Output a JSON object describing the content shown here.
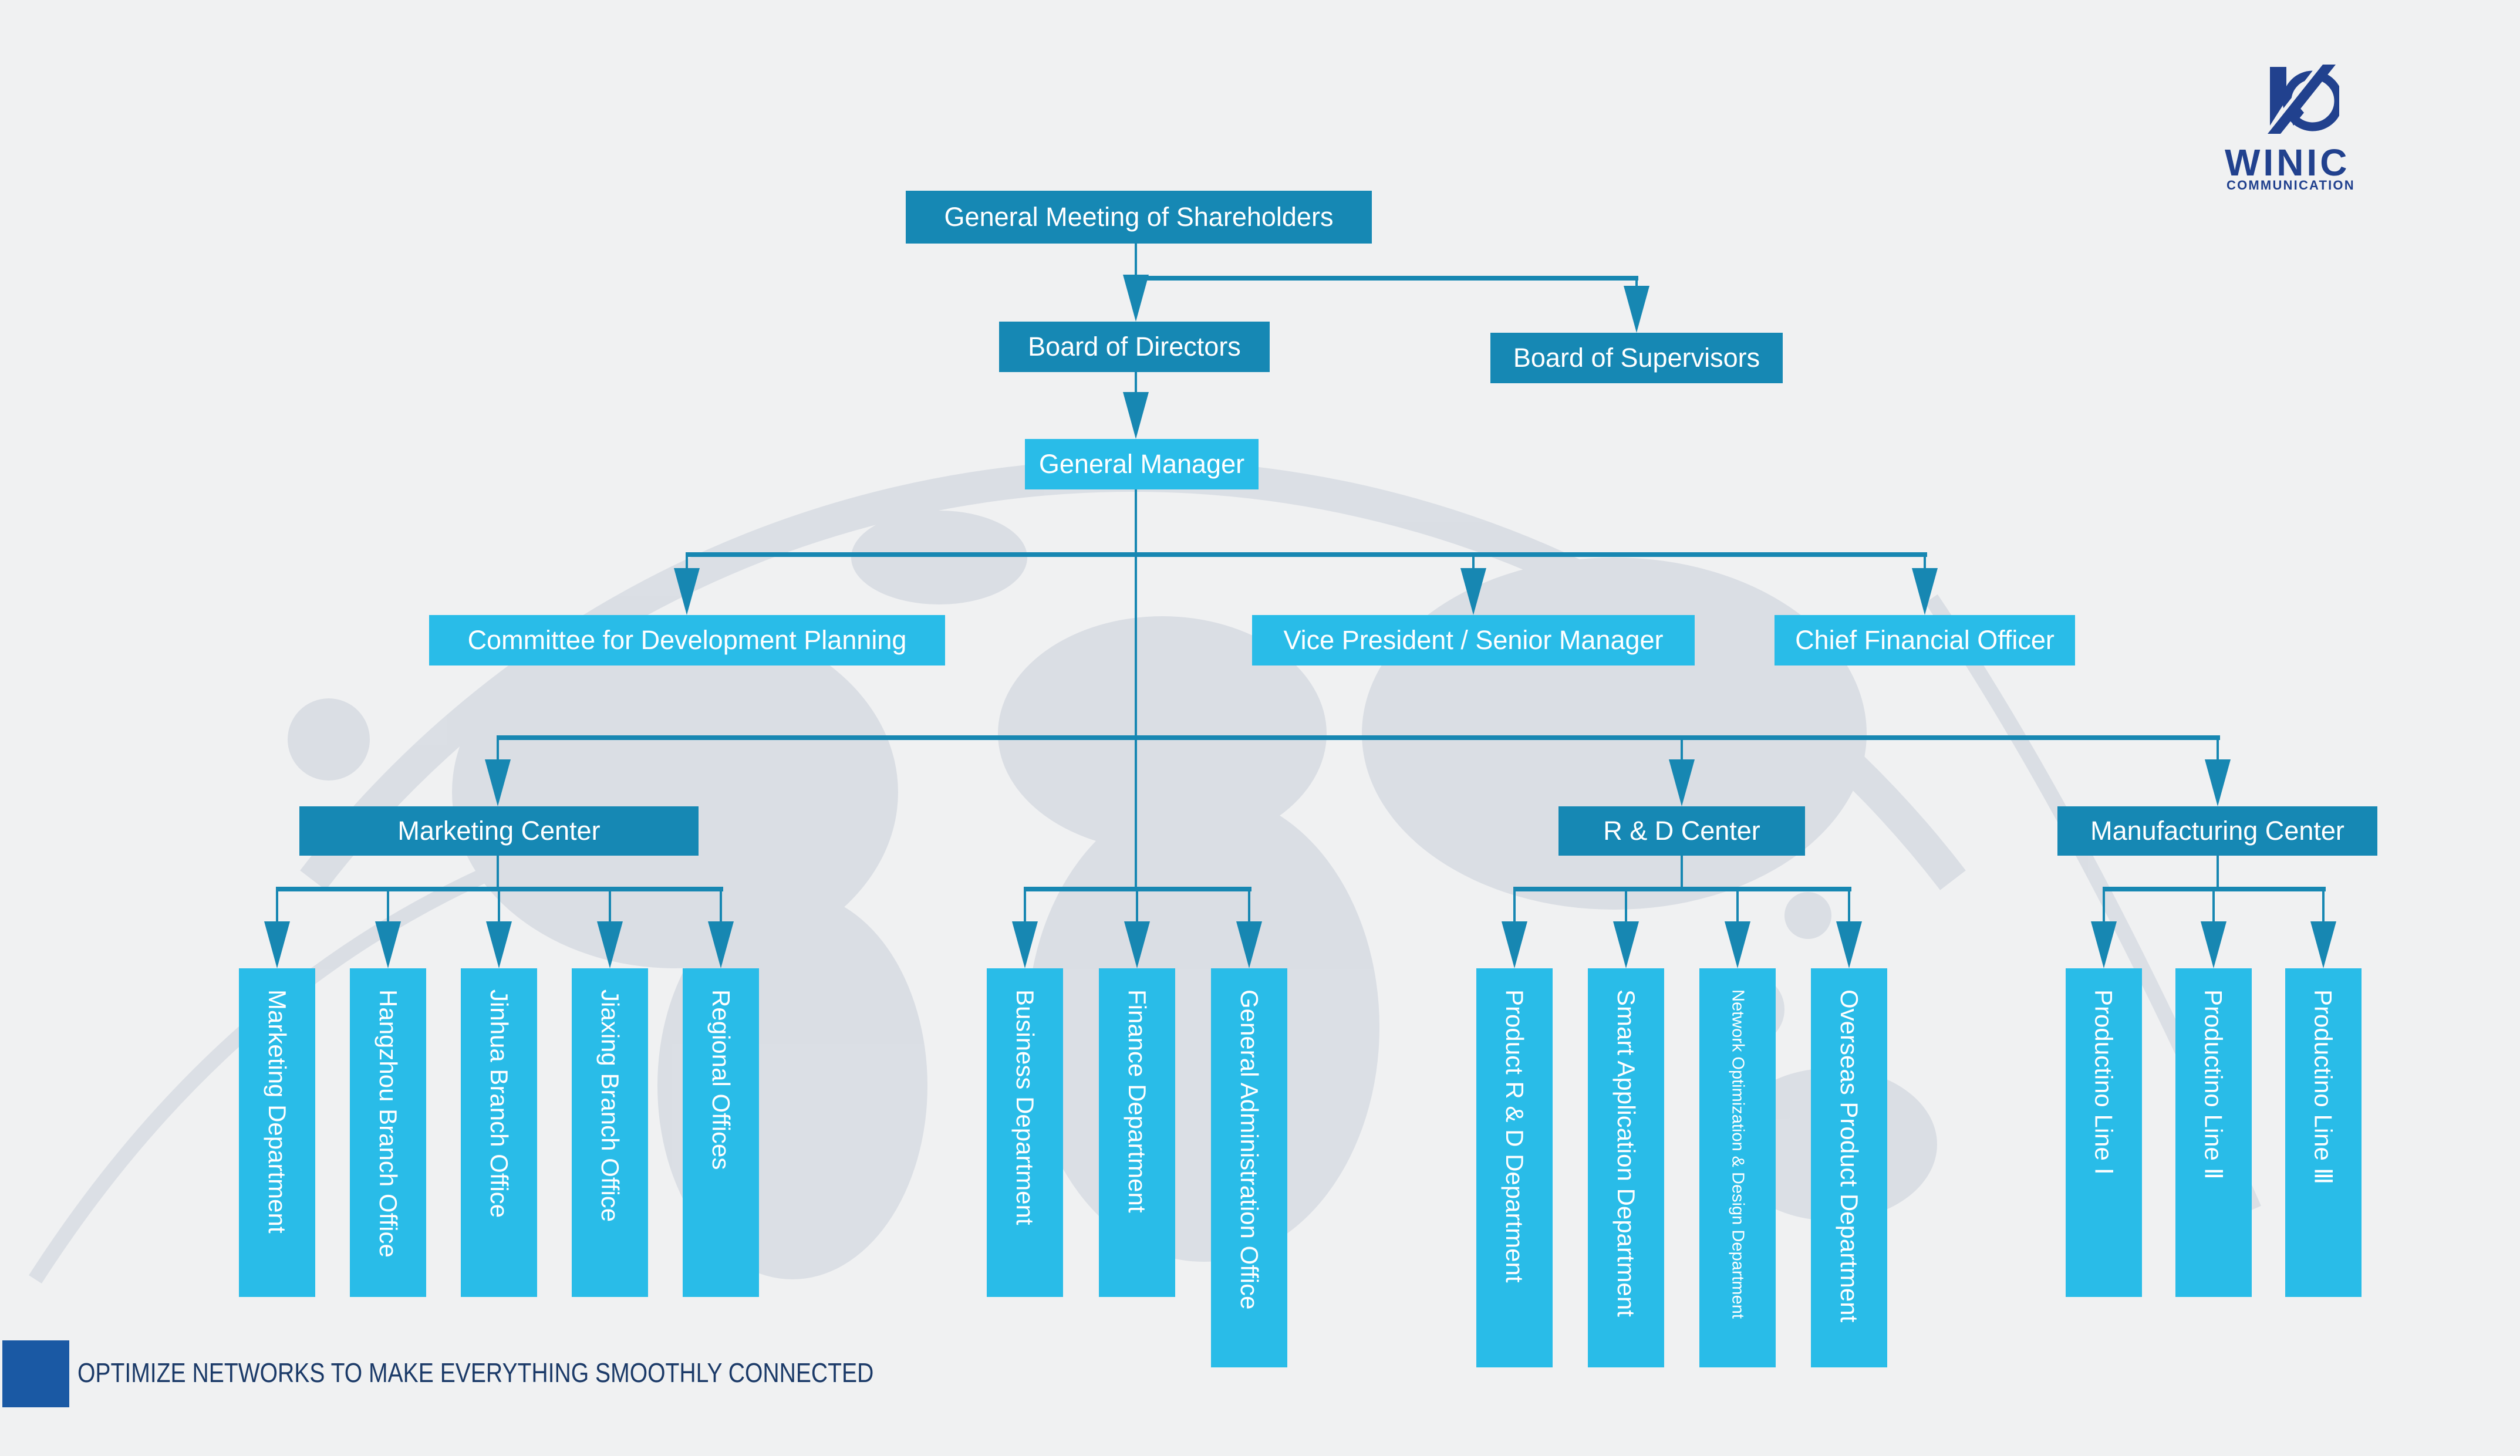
{
  "colors": {
    "background": "#f0f1f2",
    "box_dark_teal": "#1688b4",
    "box_light_cyan": "#29bce8",
    "connector": "#1787b2",
    "map_gray": "#d9dde4",
    "logo_navy": "#21418e",
    "tagline_navy": "#1b3a68",
    "tagline_square_blue": "#1a59a4",
    "box_text": "#ffffff"
  },
  "logo": {
    "wordmark": "WINIC",
    "subtitle": "COMMUNICATION"
  },
  "footer": {
    "tagline": "OPTIMIZE NETWORKS TO MAKE EVERYTHING SMOOTHLY CONNECTED"
  },
  "org": {
    "shareholders": "General Meeting of Shareholders",
    "board_of_directors": "Board of Directors",
    "board_of_supervisors": "Board of Supervisors",
    "general_manager": "General Manager",
    "staff_offices": [
      "Committee for Development Planning",
      "Vice President / Senior Manager",
      "Chief Financial Officer"
    ],
    "centers": [
      "Marketing Center",
      "R & D Center",
      "Manufacturing Center"
    ],
    "marketing_children": [
      "Marketing Department",
      "Hangzhou Branch Office",
      "Jinhua Branch Office",
      "Jiaxing Branch Office",
      "Regional Offices"
    ],
    "gm_children": [
      "Business Department",
      "Finance Department",
      "General Administration Office"
    ],
    "rd_children": [
      "Product R & D Department",
      "Smart Application Department",
      "Network Optimization & Design Department",
      "Overseas Product Department"
    ],
    "manufacturing_children": [
      "Productino Line Ⅰ",
      "Productino Line Ⅱ",
      "Productino Line Ⅲ"
    ]
  }
}
